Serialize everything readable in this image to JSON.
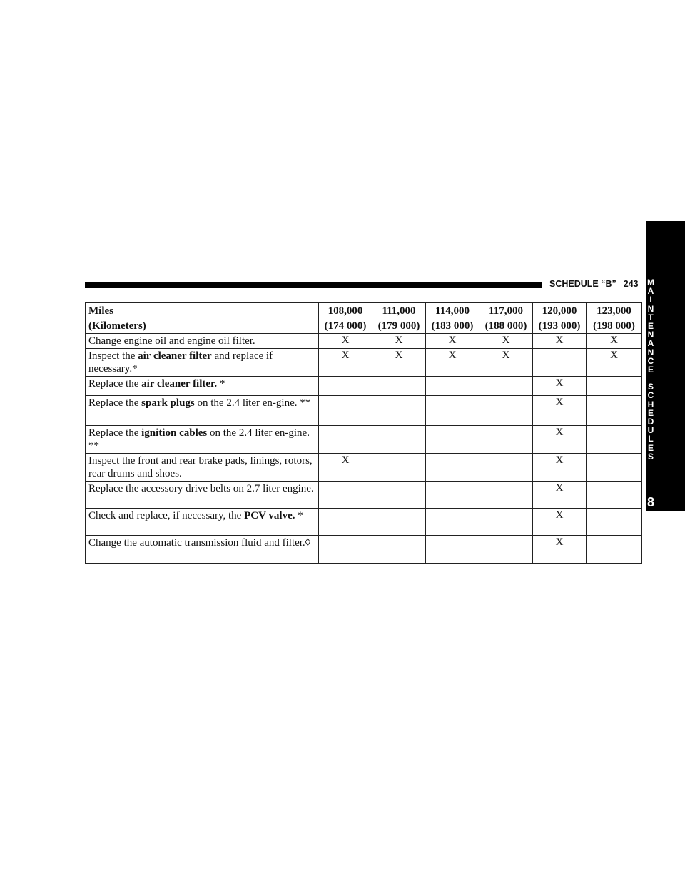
{
  "header": {
    "section_title": "SCHEDULE “B”",
    "page_number": "243"
  },
  "side_tab": {
    "letters": [
      "M",
      "A",
      "I",
      "N",
      "T",
      "E",
      "N",
      "A",
      "N",
      "C",
      "E",
      "",
      "S",
      "C",
      "H",
      "E",
      "D",
      "U",
      "L",
      "E",
      "S"
    ],
    "chapter_number": "8"
  },
  "table": {
    "header": {
      "label_miles": "Miles",
      "label_km": "(Kilometers)",
      "columns": [
        {
          "miles": "108,000",
          "km": "(174 000)"
        },
        {
          "miles": "111,000",
          "km": "(179 000)"
        },
        {
          "miles": "114,000",
          "km": "(183 000)"
        },
        {
          "miles": "117,000",
          "km": "(188 000)"
        },
        {
          "miles": "120,000",
          "km": "(193 000)"
        },
        {
          "miles": "123,000",
          "km": "(198 000)"
        }
      ]
    },
    "rows": [
      {
        "segments": [
          {
            "t": "Change engine oil and engine oil filter.",
            "b": false
          }
        ],
        "marks": [
          "X",
          "X",
          "X",
          "X",
          "X",
          "X"
        ]
      },
      {
        "segments": [
          {
            "t": "Inspect the ",
            "b": false
          },
          {
            "t": "air cleaner filter",
            "b": true
          },
          {
            "t": " and replace if necessary.*",
            "b": false
          }
        ],
        "marks": [
          "X",
          "X",
          "X",
          "X",
          "",
          "X"
        ]
      },
      {
        "segments": [
          {
            "t": "Replace the ",
            "b": false
          },
          {
            "t": "air cleaner filter.",
            "b": true
          },
          {
            "t": " *",
            "b": false
          }
        ],
        "marks": [
          "",
          "",
          "",
          "",
          "X",
          ""
        ]
      },
      {
        "segments": [
          {
            "t": "Replace the ",
            "b": false
          },
          {
            "t": "spark plugs",
            "b": true
          },
          {
            "t": " on the 2.4 liter en-gine. **",
            "b": false
          }
        ],
        "marks": [
          "",
          "",
          "",
          "",
          "X",
          ""
        ]
      },
      {
        "segments": [
          {
            "t": "Replace the ",
            "b": false
          },
          {
            "t": "ignition cables",
            "b": true
          },
          {
            "t": " on the 2.4 liter en-gine. **",
            "b": false
          }
        ],
        "marks": [
          "",
          "",
          "",
          "",
          "X",
          ""
        ]
      },
      {
        "segments": [
          {
            "t": "Inspect the front and rear brake pads, linings, rotors, rear drums and shoes.",
            "b": false
          }
        ],
        "marks": [
          "X",
          "",
          "",
          "",
          "X",
          ""
        ]
      },
      {
        "segments": [
          {
            "t": "Replace the accessory drive belts on 2.7 liter engine.",
            "b": false
          }
        ],
        "marks": [
          "",
          "",
          "",
          "",
          "X",
          ""
        ]
      },
      {
        "segments": [
          {
            "t": "Check and replace, if necessary, the ",
            "b": false
          },
          {
            "t": "PCV valve.",
            "b": true
          },
          {
            "t": " *",
            "b": false
          }
        ],
        "marks": [
          "",
          "",
          "",
          "",
          "X",
          ""
        ]
      },
      {
        "segments": [
          {
            "t": "Change the automatic transmission fluid and filter.◊",
            "b": false
          }
        ],
        "marks": [
          "",
          "",
          "",
          "",
          "X",
          ""
        ]
      }
    ]
  }
}
